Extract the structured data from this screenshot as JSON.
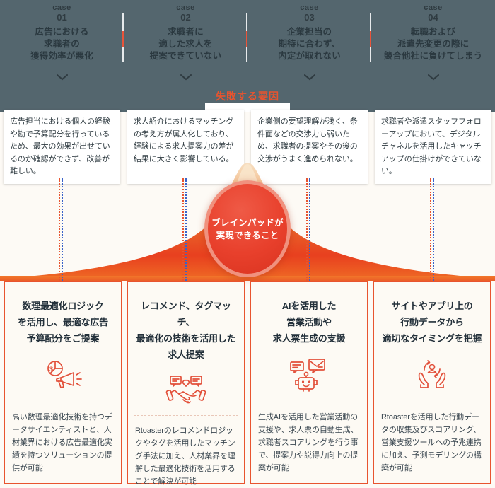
{
  "theme": {
    "dark_band": "#54666e",
    "accent_orange": "#e8542f",
    "accent_blue_dotted": "#3a63c9",
    "card_bg": "#fdfaf4"
  },
  "top": {
    "cases": [
      {
        "case_label": "case",
        "number": "01",
        "title": "広告における\n求職者の\n獲得効率が悪化"
      },
      {
        "case_label": "case",
        "number": "02",
        "title": "求職者に\n適した求人を\n提案できていない"
      },
      {
        "case_label": "case",
        "number": "03",
        "title": "企業担当の\n期待に合わず、\n内定が取れない"
      },
      {
        "case_label": "case",
        "number": "04",
        "title": "転職および\n派遣先変更の際に\n競合他社に負けてしまう"
      }
    ]
  },
  "banner": {
    "label": "失敗する要因"
  },
  "reasons": [
    {
      "text": "広告担当における個人の経験や勘で予算配分を行っているため、最大の効果が出せているのか確認ができず、改善が難しい。"
    },
    {
      "text": "求人紹介におけるマッチングの考え方が属人化しており、経験による求人提案力の差が結果に大きく影響している。"
    },
    {
      "text": "企業側の要望理解が浅く、条件面などの交渉力も弱いため、求職者の提案やその後の交渉がうまく進められない。"
    },
    {
      "text": "求職者や派遣スタッフフォローアップにおいて、デジタルチャネルを活用したキャッチアップの仕掛けができていない。"
    }
  ],
  "center": {
    "title": "ブレインパッドが\n実現できること"
  },
  "solutions": [
    {
      "title": "数理最適化ロジック\nを活用し、最適な広告\n予算配分をご提案",
      "icon": "megaphone-chart-icon",
      "body": "高い数理最適化技術を持つデータサイエンティストと、人材業界における広告最適化実績を持つソリューションの提供が可能"
    },
    {
      "title": "レコメンド、タグマッチ、\n最適化の技術を活用した\n求人提案",
      "icon": "handshake-chat-icon",
      "body": "Rtoasterのレコメンドロジックやタグを活用したマッチング手法に加え、人材業界を理解した最適化技術を活用することで解決が可能"
    },
    {
      "title": "AIを活用した\n営業活動や\n求人票生成の支援",
      "icon": "robot-message-icon",
      "body": "生成AIを活用した営業活動の支援や、求人票の自動生成、求職者スコアリングを行う事で、提案力や説得力向上の提案が可能"
    },
    {
      "title": "サイトやアプリ上の\n行動データから\n適切なタイミングを把握",
      "icon": "hands-person-cycle-icon",
      "body": "Rtoasterを活用した行動データの収集及びスコアリング、営業支援ツールへの予兆連携に加え、予測モデリングの構築が可能"
    }
  ]
}
